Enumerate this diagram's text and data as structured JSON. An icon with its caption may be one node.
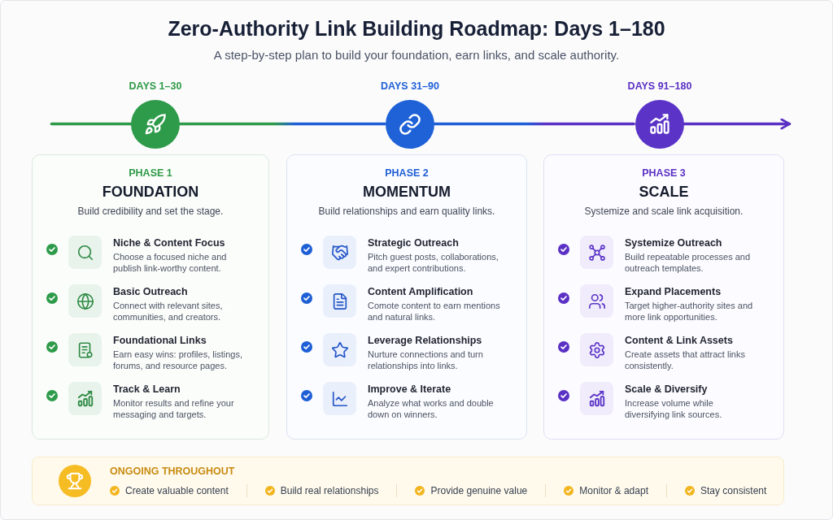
{
  "diagram": {
    "title": "Zero-Authority Link Building Roadmap: Days 1–180",
    "nodes": [
      {
        "text": [],
        "shape": "circle",
        "beside": [
          "DAYS 1–30"
        ]
      },
      {
        "text": [],
        "shape": "circle",
        "beside": [
          "DAYS 31–90"
        ]
      },
      {
        "text": [],
        "shape": "circle",
        "beside": [
          "DAYS 91–180"
        ]
      },
      {
        "text": [
          "PHASE 1",
          "FOUNDATION",
          "Build credibility and set the stage.",
          "Niche & Content Focus",
          "Choose a focused niche and publish link-worthy content.",
          "Basic Outreach",
          "Connect with relevant sites, communities, and creators.",
          "Foundational Links",
          "Earn easy wins: profiles, listings, forums, and resource pages.",
          "Track & Learn",
          "Monitor results and refine your messaging and targets."
        ]
      },
      {
        "text": [
          "PHASE 2",
          "MOMENTUM",
          "Build relationships and earn quality links.",
          "Strategic Outreach",
          "Pitch guest posts, collaborations, and expert contributions.",
          "Content Amplification",
          "Comote content to earn mentions and natural links.",
          "Leverage Relationships",
          "Nurture connections and turn relationships into links.",
          "Improve & Iterate",
          "Analyze what works and double down on winners."
        ]
      },
      {
        "text": [
          "PHASE 3",
          "SCALE",
          "Systemize and scale link acquisition.",
          "Systemize Outreach",
          "Build repeatable processes and outreach templates.",
          "Expand Placements",
          "Target higher-authority sites and more link opportunities.",
          "Content & Link Assets",
          "Create assets that attract links consistently.",
          "Scale & Diversify",
          "Increase volume while diversifying link sources."
        ]
      },
      {
        "text": [
          "ONGOING THROUGHOUT",
          "Create valuable content",
          "Build real relationships",
          "Provide genuine value",
          "Monitor & adapt",
          "Stay consistent"
        ]
      }
    ],
    "edges": [
      {
        "from": null,
        "to": 0,
        "arrow": "none",
        "color": "#2e9b4b"
      },
      {
        "from": 0,
        "to": 1,
        "arrow": "none",
        "color": "#1f5fd6"
      },
      {
        "from": 1,
        "to": 2,
        "arrow": "none",
        "color": "#5a31c4"
      },
      {
        "from": 2,
        "to": null,
        "arrow": "to",
        "color": "#5a31c4"
      }
    ],
    "labels": [
      "A step-by-step plan to build your foundation, earn links, and scale authority."
    ]
  }
}
